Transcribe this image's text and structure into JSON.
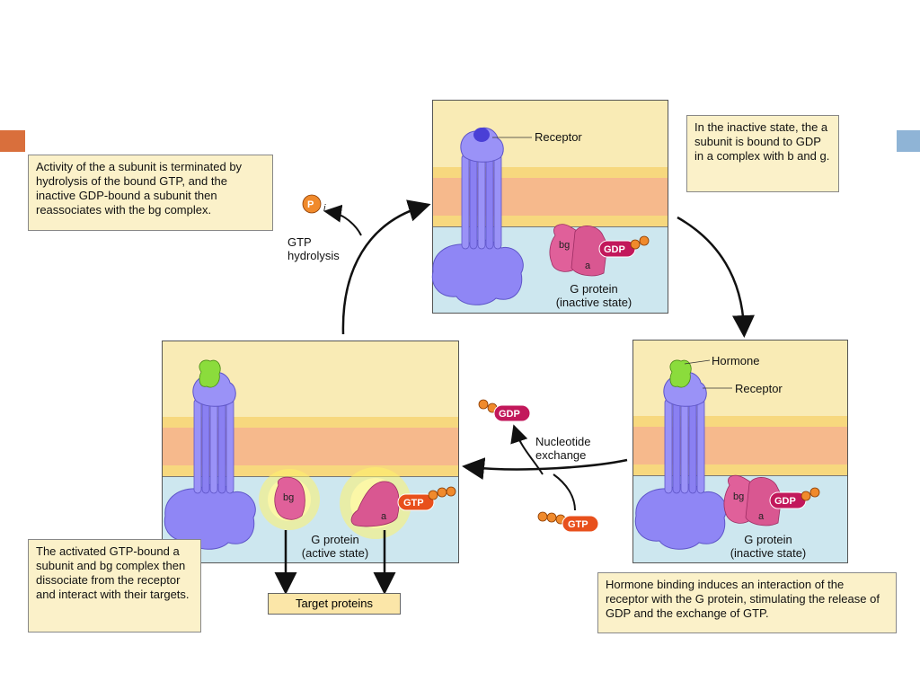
{
  "colors": {
    "left_accent": "#d96f3c",
    "right_accent": "#8fb4d6",
    "receptor": "#8f86f5",
    "hormone": "#8bdc3c",
    "g_protein": "#e0609a",
    "gdp": "#c2185b",
    "gtp": "#e8501c",
    "phosphate": "#f08a2c"
  },
  "icons": {
    "receptor": "seven-transmembrane-receptor",
    "hormone": "hormone-ligand",
    "glow": "activation-starburst"
  },
  "notes": {
    "top_left": "Activity of the a subunit is terminated by hydrolysis of the bound GTP, and the inactive GDP-bound a subunit then reassociates with the bg complex.",
    "top_right": "In the inactive state, the a subunit is bound to GDP in a complex with b and g.",
    "bottom_left": "The activated GTP-bound a subunit and bg complex then dissociate from the receptor and interact with their targets.",
    "bottom_right": "Hormone binding induces an interaction of the receptor with the G protein, stimulating the release of GDP and the exchange of GTP."
  },
  "labels": {
    "receptor": "Receptor",
    "hormone": "Hormone",
    "g_protein_inactive_line1": "G protein",
    "g_protein_inactive_line2": "(inactive state)",
    "g_protein_active_line1": "G protein",
    "g_protein_active_line2": "(active state)",
    "gtp_hydrolysis_line1": "GTP",
    "gtp_hydrolysis_line2": "hydrolysis",
    "nucleotide_exchange_line1": "Nucleotide",
    "nucleotide_exchange_line2": "exchange",
    "target_proteins": "Target proteins"
  },
  "molecules": {
    "gdp": "GDP",
    "gtp": "GTP",
    "alpha": "a",
    "beta_gamma": "bg",
    "pi_main": "P",
    "pi_sub": "i"
  }
}
